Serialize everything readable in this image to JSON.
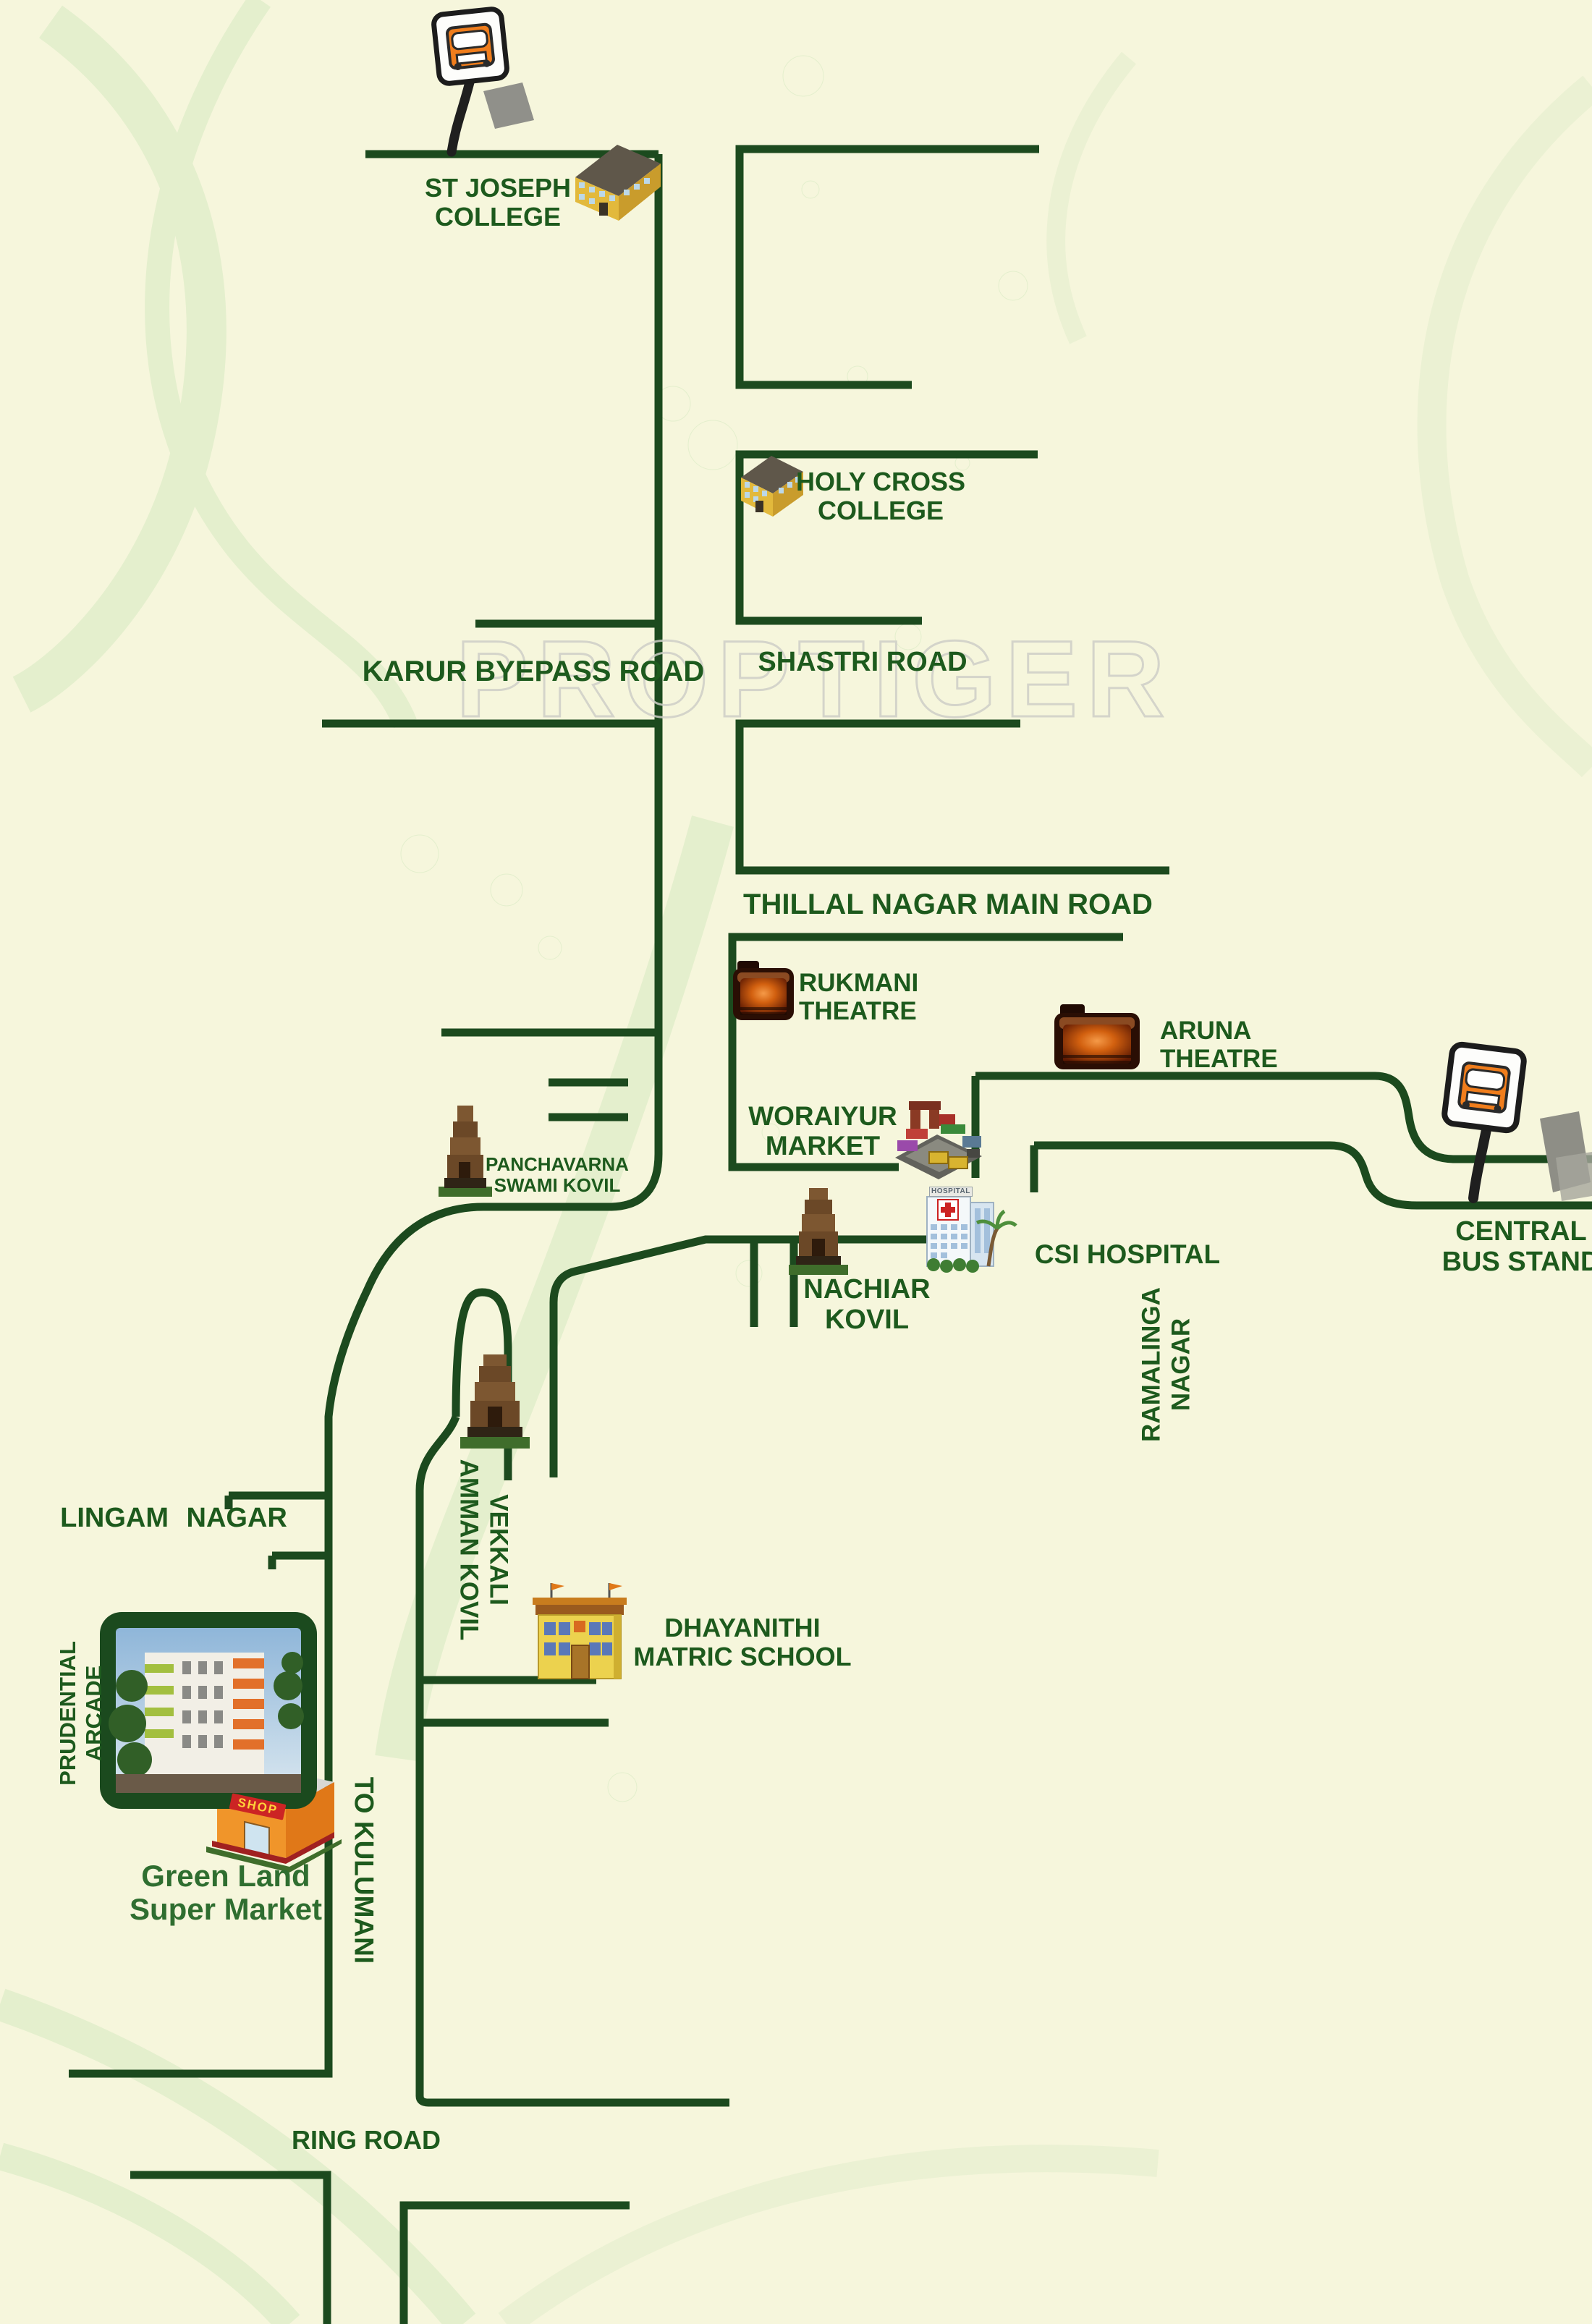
{
  "watermark": "PROPTIGER",
  "colors": {
    "background": "#f6f6dc",
    "road": "#1c4a1e",
    "label_green": "#1d5a1d",
    "greenland_green": "#2f6e30",
    "bus_orange": "#f07d1c",
    "theatre_glow": "#d2600f",
    "watermark_gray": "#cfcfc8"
  },
  "icons": {
    "bus_stop_top": "bus-stop-sign-icon",
    "bus_stop_central": "bus-stop-sign-icon",
    "st_joseph": "college-building-icon",
    "holy_cross": "college-building-icon",
    "rukmani": "theatre-icon",
    "aruna": "theatre-icon",
    "woraiyur": "market-stalls-icon",
    "csi": "hospital-building-icon",
    "panchavarna": "temple-gopuram-icon",
    "nachiar": "temple-gopuram-icon",
    "vekkali": "temple-gopuram-icon",
    "dhayanithi": "school-building-icon",
    "greenland": "shop-icon",
    "prudential": "apartment-photo"
  },
  "labels": {
    "st_joseph": {
      "line1": "ST JOSEPH",
      "line2": "COLLEGE"
    },
    "holy_cross": {
      "line1": "HOLY CROSS",
      "line2": "COLLEGE"
    },
    "karur": {
      "text": "KARUR BYEPASS ROAD"
    },
    "shastri": {
      "text": "SHASTRI ROAD"
    },
    "thillai": {
      "text": "THILLAL NAGAR MAIN ROAD"
    },
    "rukmani": {
      "line1": "RUKMANI",
      "line2": "THEATRE"
    },
    "aruna": {
      "line1": "ARUNA",
      "line2": "THEATRE"
    },
    "woraiyur": {
      "line1": "WORAIYUR",
      "line2": "MARKET"
    },
    "panchavarna": {
      "line1": "PANCHAVARNA",
      "line2": "SWAMI KOVIL"
    },
    "nachiar": {
      "line1": "NACHIAR",
      "line2": "KOVIL"
    },
    "csi": {
      "text": "CSI HOSPITAL",
      "sign": "HOSPITAL"
    },
    "central_bus": {
      "line1": "CENTRAL",
      "line2": "BUS STAND"
    },
    "ramalinga": {
      "line1": "RAMALINGA",
      "line2": "NAGAR"
    },
    "vekkali": {
      "line1": "VEKKALI",
      "line2": "AMMAN KOVIL"
    },
    "lingam": {
      "text": "LINGAM NAGAR"
    },
    "prudential": {
      "line1": "PRUDENTIAL",
      "line2": "ARCADE"
    },
    "to_kulumani": {
      "text": "TO KULUMANI"
    },
    "greenland": {
      "line1": "Green Land",
      "line2": "Super Market",
      "sign": "SHOP"
    },
    "dhayanithi": {
      "line1": "DHAYANITHI",
      "line2": "MATRIC SCHOOL"
    },
    "ring_road": {
      "text": "RING ROAD"
    }
  }
}
